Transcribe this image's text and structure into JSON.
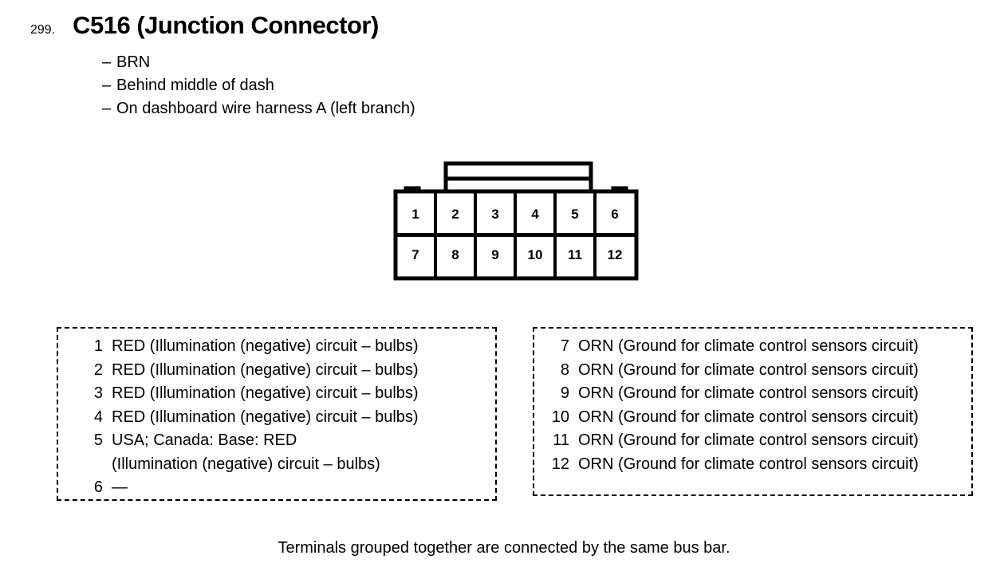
{
  "header": {
    "number": "299.",
    "title": "C516 (Junction Connector)",
    "bullets": [
      {
        "dash": "–",
        "text": "BRN"
      },
      {
        "dash": "–",
        "text": "Behind middle of dash"
      },
      {
        "dash": "–",
        "text": "On dashboard wire harness A (left branch)"
      }
    ]
  },
  "connector": {
    "name": "12-way-connector-face-view",
    "rows": [
      [
        "1",
        "2",
        "3",
        "4",
        "5",
        "6"
      ],
      [
        "7",
        "8",
        "9",
        "10",
        "11",
        "12"
      ]
    ],
    "top_row": {
      "0": "1",
      "1": "2",
      "2": "3",
      "3": "4",
      "4": "5",
      "5": "6"
    },
    "bottom_row": {
      "0": "7",
      "1": "8",
      "2": "9",
      "3": "10",
      "4": "11",
      "5": "12"
    },
    "stroke_color": "#000000",
    "fill_color": "#ffffff"
  },
  "pin_box_left": {
    "items": [
      {
        "index": "1",
        "desc": "RED (Illumination (negative) circuit – bulbs)",
        "cont": ""
      },
      {
        "index": "2",
        "desc": "RED (Illumination (negative) circuit – bulbs)",
        "cont": ""
      },
      {
        "index": "3",
        "desc": "RED (Illumination (negative) circuit – bulbs)",
        "cont": ""
      },
      {
        "index": "4",
        "desc": "RED (Illumination (negative) circuit – bulbs)",
        "cont": ""
      },
      {
        "index": "5",
        "desc": "USA; Canada: Base: RED",
        "cont": "(Illumination (negative) circuit – bulbs)"
      },
      {
        "index": "6",
        "desc": "—",
        "cont": ""
      }
    ]
  },
  "pin_box_right": {
    "items": [
      {
        "index": "7",
        "desc": "ORN (Ground for climate control sensors circuit)",
        "cont": ""
      },
      {
        "index": "8",
        "desc": "ORN (Ground for climate control sensors circuit)",
        "cont": ""
      },
      {
        "index": "9",
        "desc": "ORN (Ground for climate control sensors circuit)",
        "cont": ""
      },
      {
        "index": "10",
        "desc": "ORN (Ground for climate control sensors circuit)",
        "cont": ""
      },
      {
        "index": "11",
        "desc": "ORN (Ground for climate control sensors circuit)",
        "cont": ""
      },
      {
        "index": "12",
        "desc": "ORN (Ground for climate control sensors circuit)",
        "cont": ""
      }
    ]
  },
  "footer": {
    "note": "Terminals grouped together are connected by the same bus bar."
  }
}
